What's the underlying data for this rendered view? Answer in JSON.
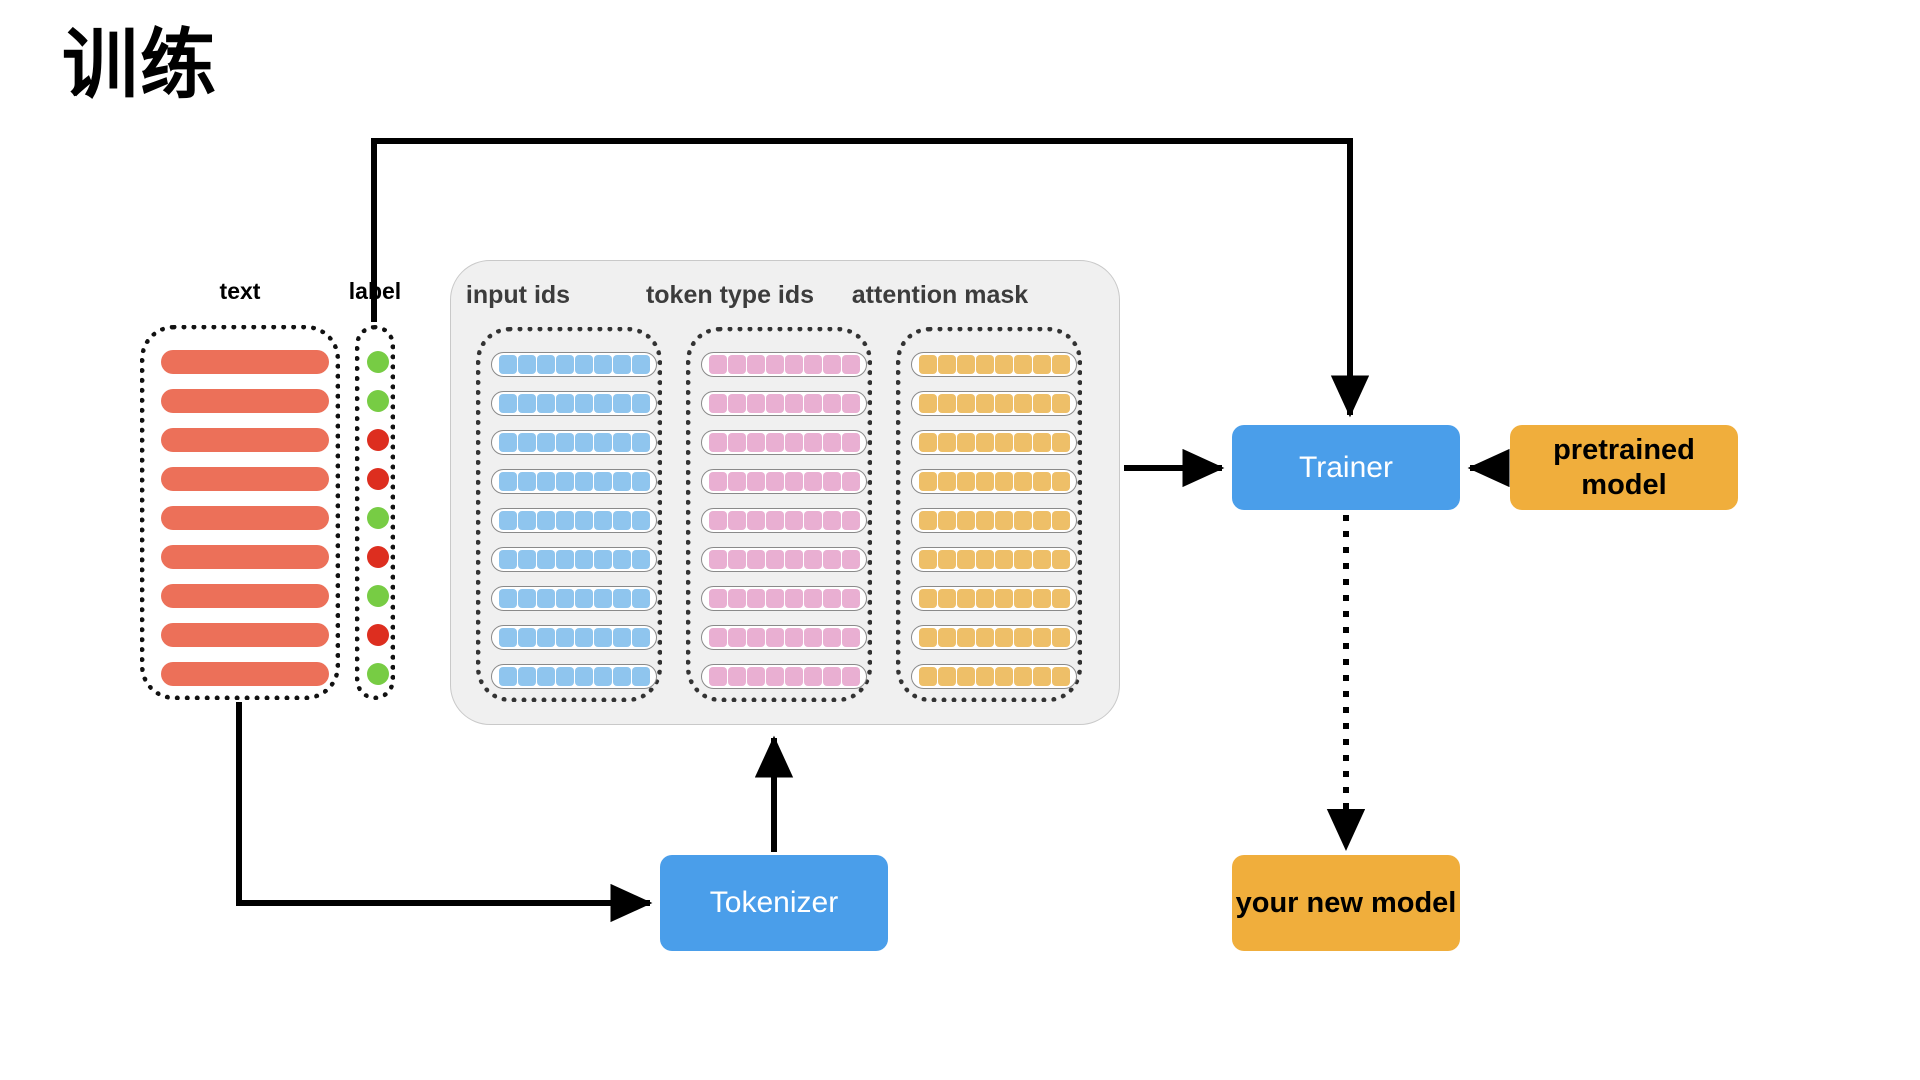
{
  "title": "训练",
  "columns": {
    "text": {
      "label": "text"
    },
    "label": {
      "label": "label"
    }
  },
  "feature_panel": {
    "columns": [
      {
        "name": "input-ids",
        "header": "input ids",
        "color": "#8FC5EE",
        "rows": 9,
        "cells_per_row": 8
      },
      {
        "name": "token-type-ids",
        "header": "token type ids",
        "color": "#E9AFD2",
        "rows": 9,
        "cells_per_row": 8
      },
      {
        "name": "attention-mask",
        "header": "attention mask",
        "color": "#EEBF68",
        "rows": 9,
        "cells_per_row": 8
      }
    ]
  },
  "text_bars": {
    "count": 9,
    "color": "#EC7059"
  },
  "label_dots": {
    "count": 9,
    "green": "#77CC44",
    "red": "#DD2E1F",
    "values": [
      "green",
      "green",
      "red",
      "red",
      "green",
      "red",
      "green",
      "red",
      "green"
    ]
  },
  "nodes": {
    "tokenizer": {
      "label": "Tokenizer",
      "color": "#4A9EEA",
      "text_color": "#FFFFFF"
    },
    "trainer": {
      "label": "Trainer",
      "color": "#4A9EEA",
      "text_color": "#FFFFFF"
    },
    "pretrained": {
      "label": "pretrained model",
      "color": "#F0AE3C",
      "text_color": "#000000"
    },
    "new_model": {
      "label": "your new model",
      "color": "#F0AE3C",
      "text_color": "#000000"
    }
  },
  "edges": [
    {
      "name": "text-to-tokenizer",
      "style": "solid",
      "from": "text",
      "to": "tokenizer"
    },
    {
      "name": "tokenizer-to-features",
      "style": "solid",
      "from": "tokenizer",
      "to": "feature-panel"
    },
    {
      "name": "features-to-trainer",
      "style": "solid",
      "from": "feature-panel",
      "to": "trainer"
    },
    {
      "name": "label-to-trainer",
      "style": "solid",
      "from": "label",
      "to": "trainer"
    },
    {
      "name": "pretrained-to-trainer",
      "style": "solid",
      "from": "pretrained",
      "to": "trainer"
    },
    {
      "name": "trainer-to-new-model",
      "style": "dotted",
      "from": "trainer",
      "to": "new_model"
    }
  ]
}
